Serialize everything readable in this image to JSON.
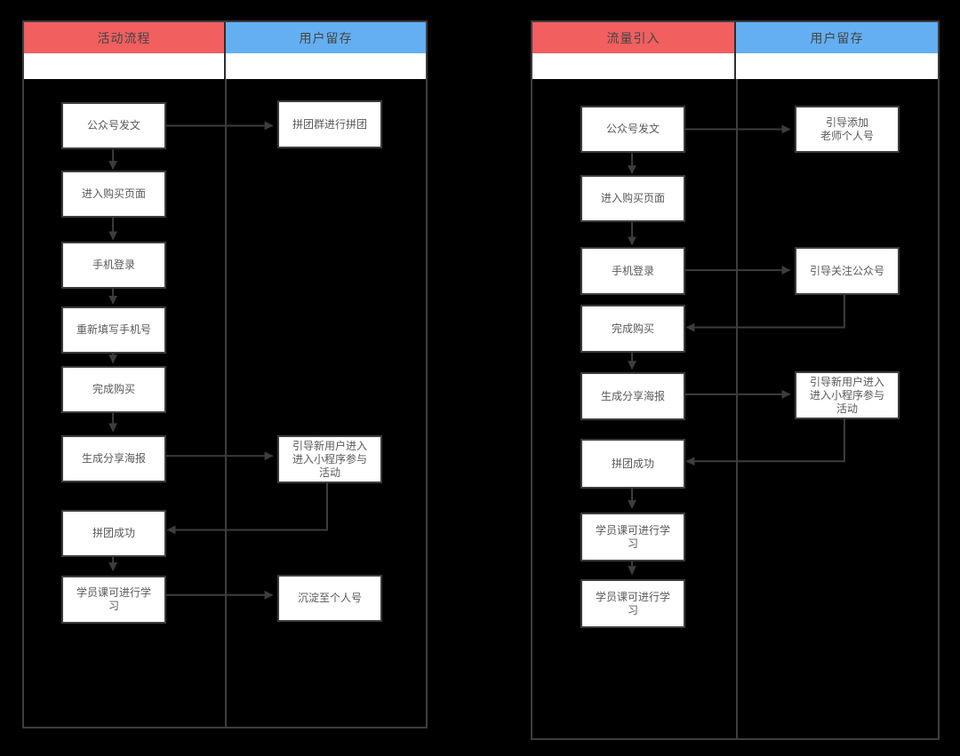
{
  "page": {
    "background": "#000000"
  },
  "colors": {
    "activity_header": "#f25f5f",
    "retention_header": "#63aff2",
    "connector_line": "#3d3d3d",
    "node_fill": "#ffffff",
    "node_border": "#3d3d3d",
    "node_text": "#595959",
    "header_text": "#454545"
  },
  "diagram_left": {
    "headers": [
      {
        "label": "活动流程",
        "color": "#f25f5f"
      },
      {
        "label": "用户留存",
        "color": "#63aff2"
      }
    ],
    "flow_nodes": [
      "公众号发文",
      "进入购买页面",
      "手机登录",
      "重新填写手机号",
      "完成购买",
      "生成分享海报",
      "拼团成功",
      "学员课可进行学\n习"
    ],
    "retention_nodes": [
      "拼团群进行拼团",
      "引导新用户进入\n进入小程序参与\n活动",
      "沉淀至个人号"
    ]
  },
  "diagram_right": {
    "headers": [
      {
        "label": "流量引入",
        "color": "#f25f5f"
      },
      {
        "label": "用户留存",
        "color": "#63aff2"
      }
    ],
    "flow_nodes": [
      "公众号发文",
      "进入购买页面",
      "手机登录",
      "完成购买",
      "生成分享海报",
      "拼团成功",
      "学员课可进行学\n习",
      "学员课可进行学\n习"
    ],
    "retention_nodes": [
      "引导添加\n老师个人号",
      "引导关注公众号",
      "引导新用户进入\n进入小程序参与\n活动"
    ]
  }
}
